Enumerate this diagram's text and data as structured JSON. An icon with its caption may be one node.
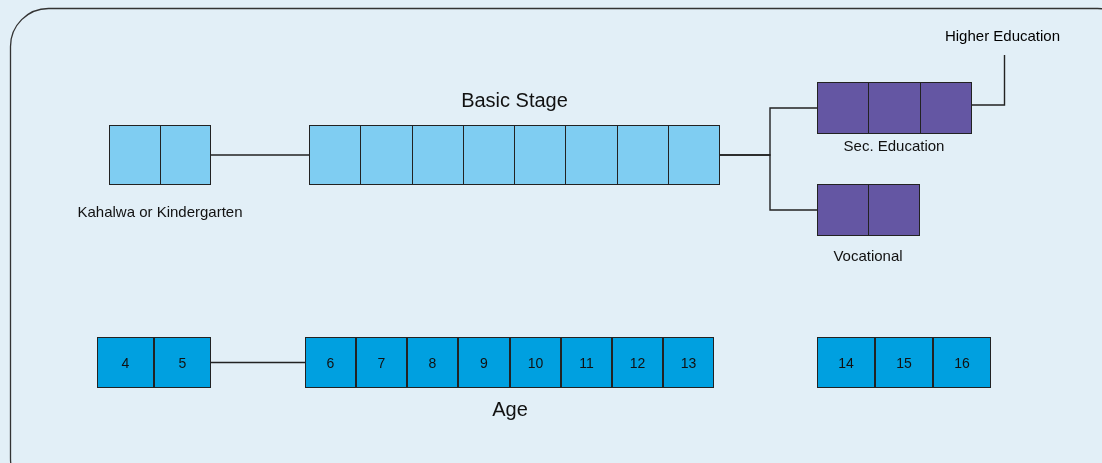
{
  "diagram": {
    "nodes": [
      {
        "text": [],
        "shape": "box",
        "beside": [
          "Kahalwa or Kindergarten"
        ]
      },
      {
        "text": [
          "Basic Stage"
        ]
      },
      {
        "text": [],
        "shape": "box",
        "beside": [
          "Sec. Education"
        ]
      },
      {
        "text": [],
        "shape": "box",
        "beside": [
          "Vocational"
        ]
      },
      {
        "text": [
          "Higher Education"
        ]
      },
      {
        "text": [
          "4"
        ]
      },
      {
        "text": [
          "5"
        ]
      },
      {
        "text": [
          "6"
        ]
      },
      {
        "text": [
          "7"
        ]
      },
      {
        "text": [
          "8"
        ]
      },
      {
        "text": [
          "9"
        ]
      },
      {
        "text": [
          "10"
        ]
      },
      {
        "text": [
          "11"
        ]
      },
      {
        "text": [
          "12"
        ]
      },
      {
        "text": [
          "13"
        ]
      },
      {
        "text": [
          "14"
        ]
      },
      {
        "text": [
          "15"
        ]
      },
      {
        "text": [
          "16"
        ]
      }
    ],
    "edges": [
      {
        "from": 0,
        "to": 1,
        "arrow": "none"
      },
      {
        "from": 1,
        "to": 2,
        "arrow": "none"
      },
      {
        "from": 1,
        "to": 3,
        "arrow": "none"
      },
      {
        "from": 2,
        "to": 4,
        "arrow": "none"
      },
      {
        "from": 6,
        "to": 7,
        "arrow": "none"
      }
    ],
    "labels": [
      "Age"
    ]
  }
}
